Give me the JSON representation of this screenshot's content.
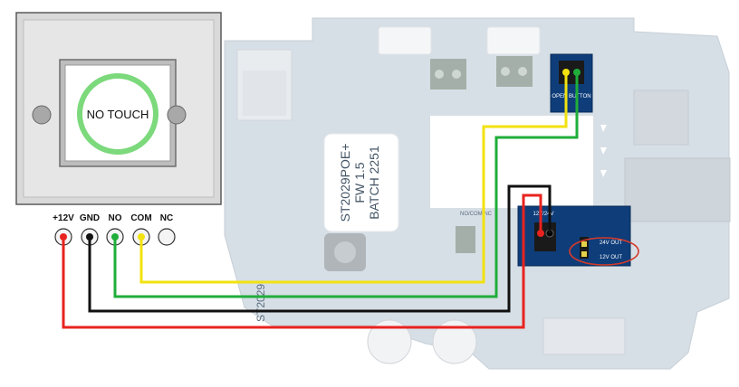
{
  "button": {
    "label": "NO TOUCH",
    "ring_color": "#7cd97c"
  },
  "terminals": [
    {
      "label": "+12V",
      "color": "#e8231f"
    },
    {
      "label": "GND",
      "color": "#111111"
    },
    {
      "label": "NO",
      "color": "#1fae3a"
    },
    {
      "label": "COM",
      "color": "#f2e20f"
    },
    {
      "label": "NC",
      "color": "#cccccc"
    }
  ],
  "board": {
    "chip_lines": [
      "ST2029POE+",
      "FW 1.5",
      "BATCH 2251"
    ],
    "model_mark": "ST2029",
    "open_button_header": "OPEN BUTTON",
    "power_header": "12V/24V",
    "out_24v": "24V OUT",
    "out_12v": "12V OUT",
    "output_label": "NO/COM NC",
    "header_bg": "#0e3d7a",
    "board_color": "#c6d2de",
    "highlight_color": "#d43a2a"
  },
  "wires": {
    "red": "#e8231f",
    "black": "#111111",
    "green": "#1fae3a",
    "yellow": "#f2e20f"
  }
}
